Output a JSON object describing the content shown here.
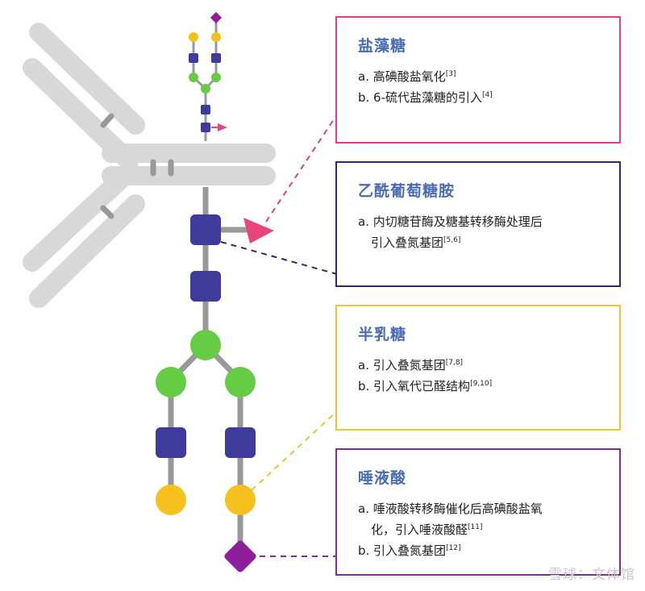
{
  "colors": {
    "antibody": "#d8d8d8",
    "stem": "#999999",
    "square": "#3f3b9b",
    "circle_green": "#66cc44",
    "circle_yellow": "#f5c11c",
    "diamond": "#8e1e9b",
    "arrow": "#e8457d",
    "box_1": "#d94389",
    "box_2": "#2c2a72",
    "box_3": "#eac43a",
    "box_4": "#7b2f8e",
    "title_text": "#4a6cb3"
  },
  "boxes": [
    {
      "title": "盐藻糖",
      "lines": [
        {
          "text": "a. 高碘酸盐氧化",
          "ref": "[3]"
        },
        {
          "text": "b. 6-硫代盐藻糖的引入",
          "ref": "[4]"
        }
      ]
    },
    {
      "title": "乙酰葡萄糖胺",
      "lines": [
        {
          "text": "a. 内切糖苷酶及糖基转移酶处理后",
          "ref": ""
        },
        {
          "text": "引入叠氮基团",
          "ref": "[5,6]"
        }
      ]
    },
    {
      "title": "半乳糖",
      "lines": [
        {
          "text": "a. 引入叠氮基团",
          "ref": "[7,8]"
        },
        {
          "text": "b. 引入氧代已醛结构",
          "ref": "[9,10]"
        }
      ]
    },
    {
      "title": "唾液酸",
      "lines": [
        {
          "text": "a. 唾液酸转移酶催化后高碘酸盐氧",
          "ref": ""
        },
        {
          "text": "化，引入唾液酸醛",
          "ref": "[11]"
        },
        {
          "text": "b. 引入叠氮基团",
          "ref": "[12]"
        }
      ]
    }
  ],
  "watermark": "雪球：文体馆"
}
